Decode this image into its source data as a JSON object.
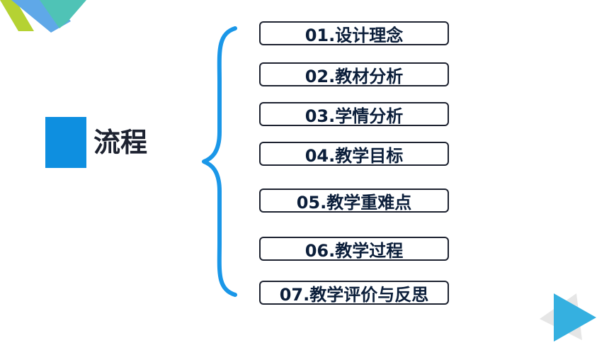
{
  "slide": {
    "heading": "流程",
    "items": [
      {
        "label": "01.设计理念"
      },
      {
        "label": "02.教材分析"
      },
      {
        "label": "03.学情分析"
      },
      {
        "label": "04.教学目标"
      },
      {
        "label": "05.教学重难点"
      },
      {
        "label": "06.教学过程"
      },
      {
        "label": "07.教学评价与反思"
      }
    ]
  },
  "colors": {
    "accent_blue": "#0e8fe0",
    "brace_blue": "#1a97e8",
    "lime": "#b5d233",
    "teal": "#4fc3b6",
    "text_dark": "#1d2230"
  },
  "icons": {
    "top_left": "corner-stripes-icon",
    "bottom_right": "play-triangle-icon"
  }
}
